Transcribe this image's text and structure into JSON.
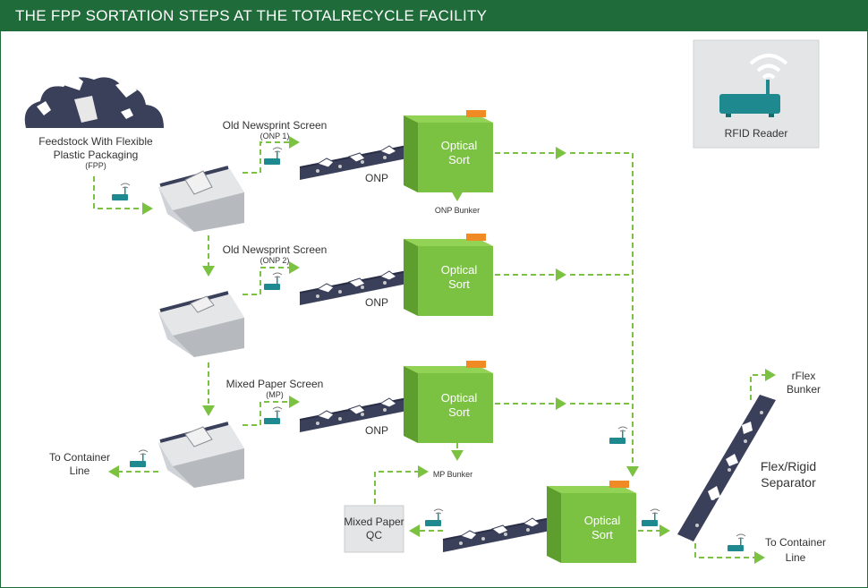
{
  "header": {
    "title": "THE FPP SORTATION STEPS AT THE TOTALRECYCLE FACILITY"
  },
  "legend": {
    "rfid_label": "RFID Reader"
  },
  "feedstock": {
    "line1": "Feedstock With Flexible",
    "line2": "Plastic Packaging",
    "line3": "(FPP)"
  },
  "screens": [
    {
      "line1": "Old Newsprint Screen",
      "line2": "(ONP 1)"
    },
    {
      "line1": "Old Newsprint Screen",
      "line2": "(ONP 2)"
    },
    {
      "line1": "Mixed Paper Screen",
      "line2": "(MP)"
    }
  ],
  "conveyors": [
    {
      "label": "ONP"
    },
    {
      "label": "ONP"
    },
    {
      "label": "ONP"
    }
  ],
  "optical_sorts": [
    {
      "line1": "Optical",
      "line2": "Sort"
    },
    {
      "line1": "Optical",
      "line2": "Sort"
    },
    {
      "line1": "Optical",
      "line2": "Sort"
    },
    {
      "line1": "Optical",
      "line2": "Sort"
    }
  ],
  "bunkers": {
    "onp": "ONP Bunker",
    "mp": "MP Bunker"
  },
  "outputs": {
    "container_left": {
      "line1": "To Container",
      "line2": "Line"
    },
    "container_right": {
      "line1": "To Container",
      "line2": "Line"
    },
    "rflex": {
      "line1": "rFlex",
      "line2": "Bunker"
    },
    "mixed_paper_qc": {
      "line1": "Mixed Paper",
      "line2": "QC"
    },
    "separator": {
      "line1": "Flex/Rigid",
      "line2": "Separator"
    }
  }
}
